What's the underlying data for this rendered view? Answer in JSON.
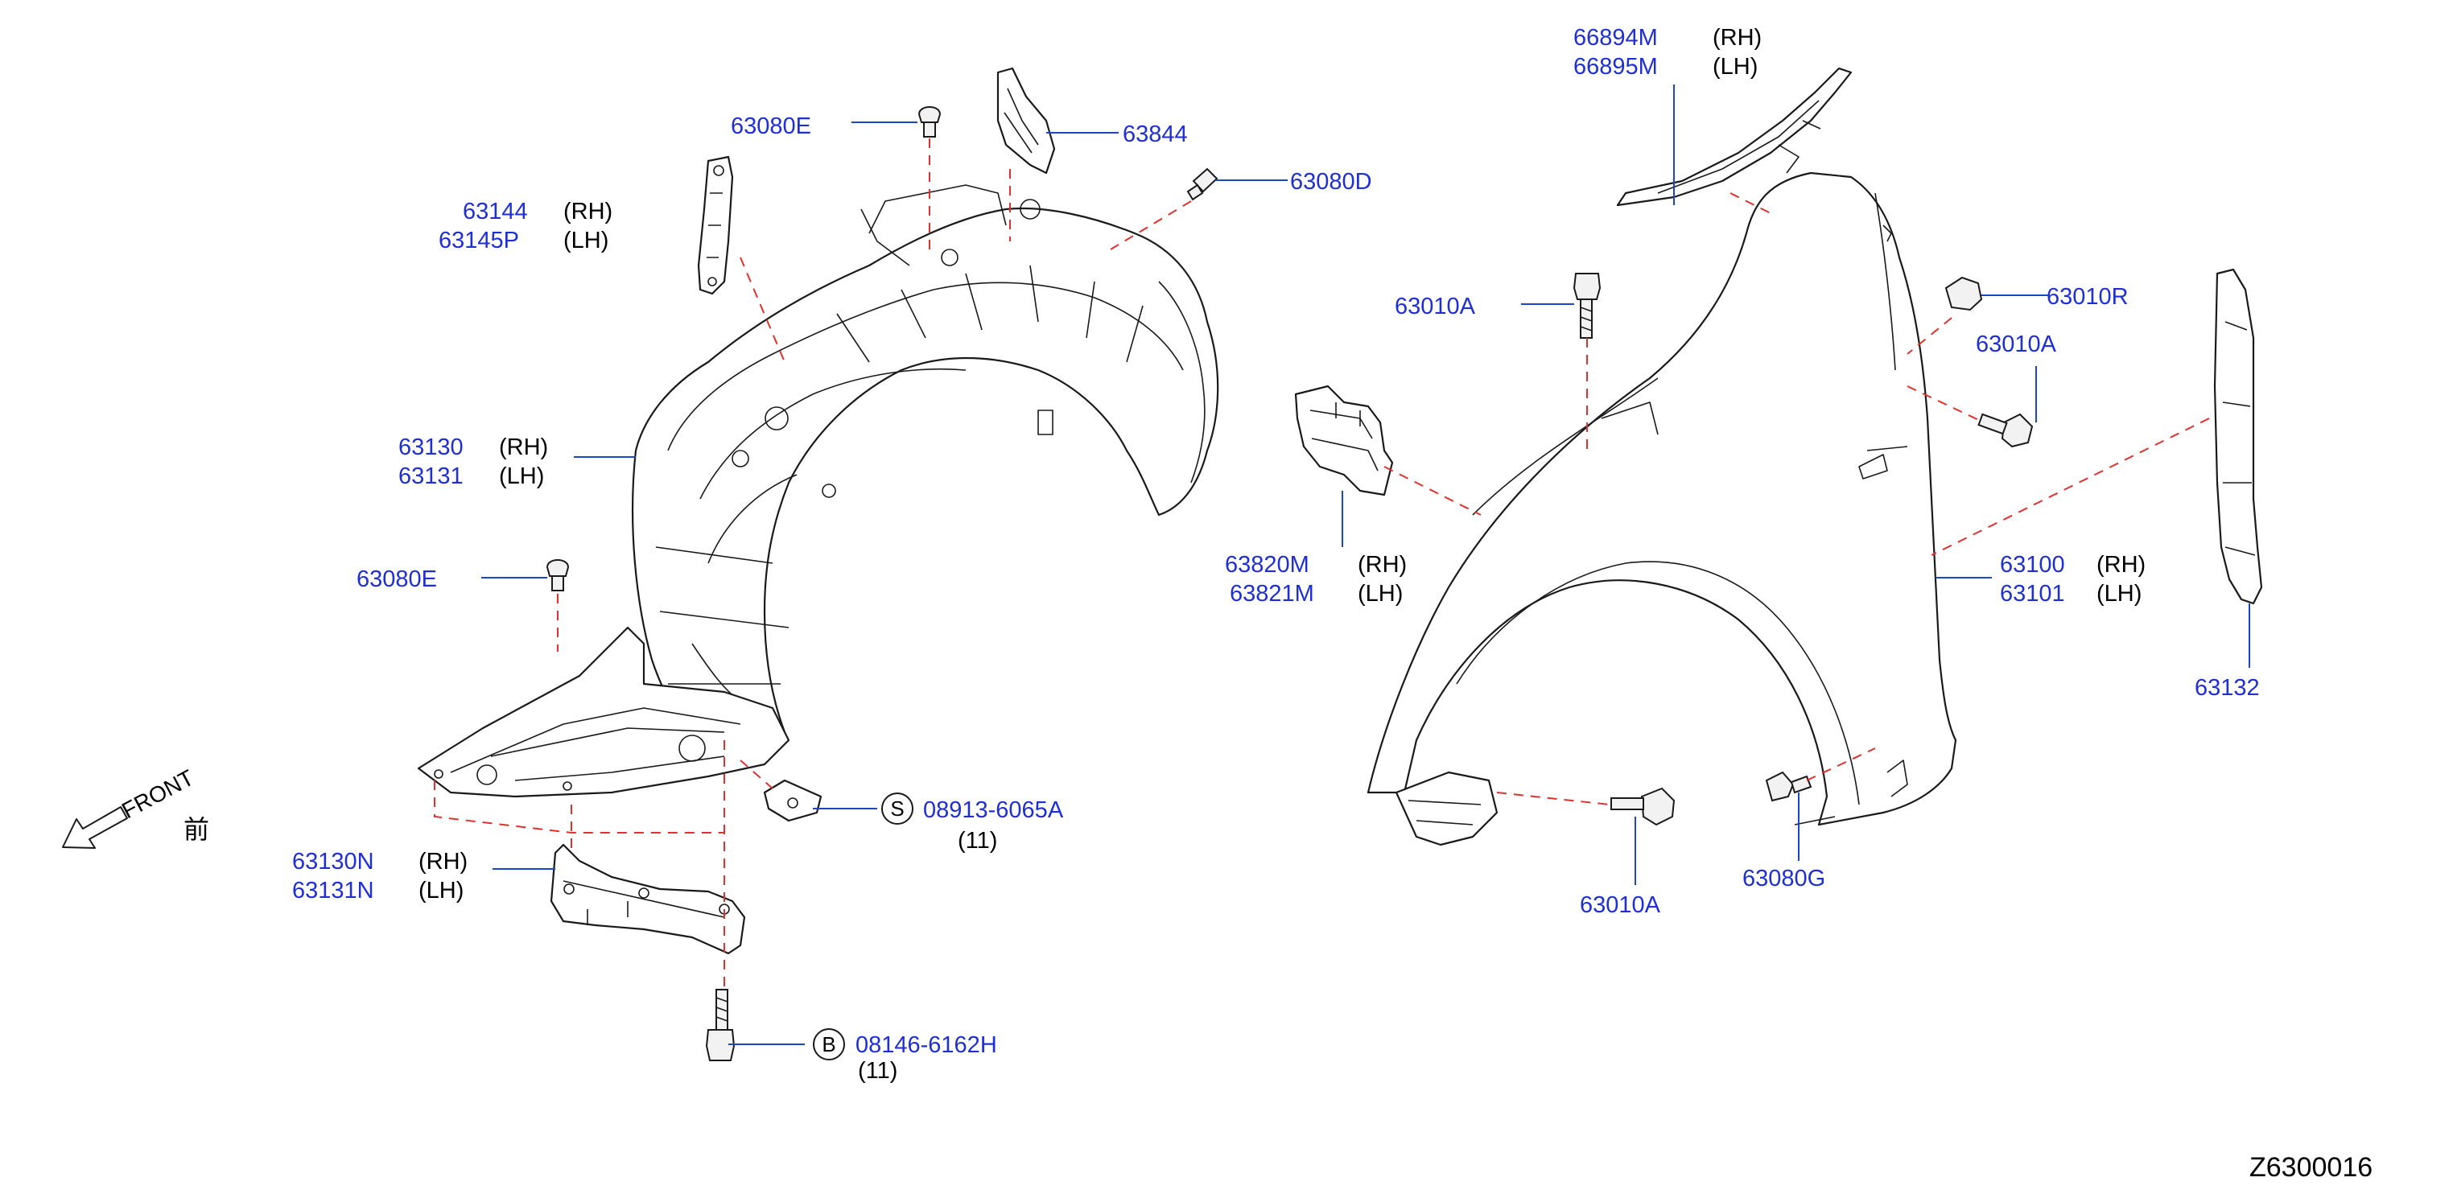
{
  "diagram_id": "Z6300016",
  "front_indicator": {
    "label": "FRONT",
    "kanji": "前"
  },
  "callouts": {
    "c_63080E_top": {
      "part": "63080E"
    },
    "c_63844": {
      "part": "63844"
    },
    "c_63080D": {
      "part": "63080D"
    },
    "c_63144": {
      "part": "63144",
      "side": "(RH)"
    },
    "c_63145P": {
      "part": "63145P",
      "side": "(LH)"
    },
    "c_63130": {
      "part": "63130",
      "side": "(RH)"
    },
    "c_63131": {
      "part": "63131",
      "side": "(LH)"
    },
    "c_63080E_mid": {
      "part": "63080E"
    },
    "c_08913": {
      "symbol": "S",
      "part": "08913-6065A",
      "qty": "(11)"
    },
    "c_63130N": {
      "part": "63130N",
      "side": "(RH)"
    },
    "c_63131N": {
      "part": "63131N",
      "side": "(LH)"
    },
    "c_08146": {
      "symbol": "B",
      "part": "08146-6162H",
      "qty": "(11)"
    },
    "c_66894M": {
      "part": "66894M",
      "side": "(RH)"
    },
    "c_66895M": {
      "part": "66895M",
      "side": "(LH)"
    },
    "c_63010A_top": {
      "part": "63010A"
    },
    "c_63010R": {
      "part": "63010R"
    },
    "c_63010A_right": {
      "part": "63010A"
    },
    "c_63820M": {
      "part": "63820M",
      "side": "(RH)"
    },
    "c_63821M": {
      "part": "63821M",
      "side": "(LH)"
    },
    "c_63100": {
      "part": "63100",
      "side": "(RH)"
    },
    "c_63101": {
      "part": "63101",
      "side": "(LH)"
    },
    "c_63132": {
      "part": "63132"
    },
    "c_63010A_bottom": {
      "part": "63010A"
    },
    "c_63080G": {
      "part": "63080G"
    }
  },
  "colors": {
    "part_number": "#1f2fd6",
    "leader_line": "#1a47c9",
    "dashed_guide": "#e0312d",
    "outline": "#1a1a1a"
  }
}
